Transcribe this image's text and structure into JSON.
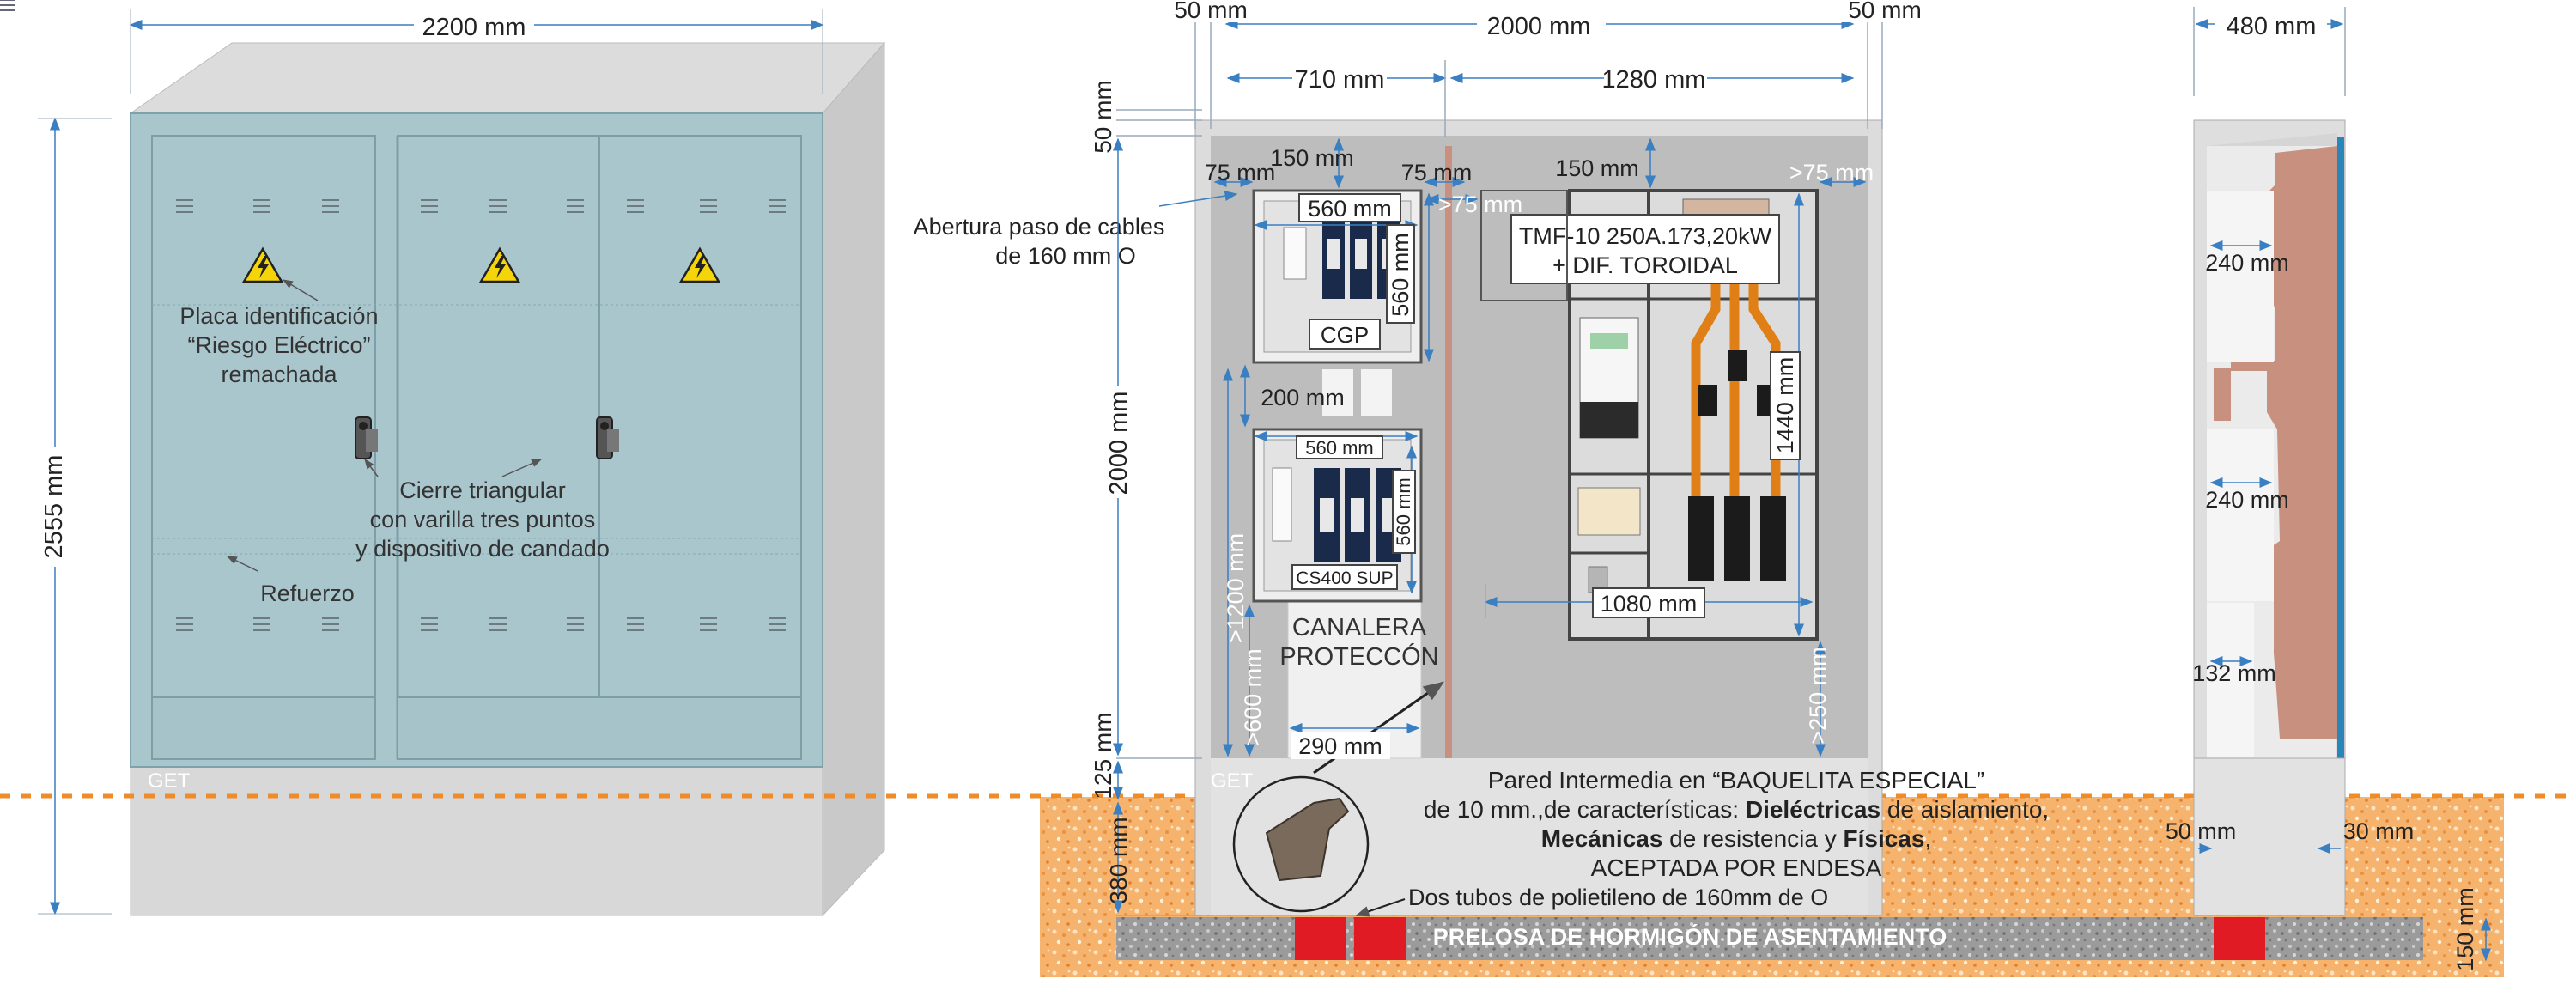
{
  "front": {
    "width_dim": "2200 mm",
    "height_dim": "2555 mm",
    "label_plate_1": "Placa identificación",
    "label_plate_2": "“Riesgo Eléctrico”",
    "label_plate_3": "remachada",
    "label_lock_1": "Cierre triangular",
    "label_lock_2": "con varilla tres puntos",
    "label_lock_3": "y dispositivo de candado",
    "label_reinf": "Refuerzo",
    "ground_label": "GET"
  },
  "interior": {
    "dim_50_left": "50 mm",
    "dim_2000_top": "2000 mm",
    "dim_50_right": "50 mm",
    "dim_710": "710 mm",
    "dim_1280": "1280 mm",
    "dim_50_vert": "50 mm",
    "dim_2000_vert": "2000 mm",
    "dim_125": "125 mm",
    "dim_380": "380 mm",
    "dim_75_a": "75 mm",
    "dim_150_a": "150 mm",
    "dim_75_b": "75 mm",
    "dim_150_b": "150 mm",
    "dim_gt75_top": ">75 mm",
    "dim_gt75_mid": ">75 mm",
    "dim_560_a": "560 mm",
    "dim_560_b": "560 mm",
    "dim_200": "200 mm",
    "dim_560_c": "560 mm",
    "dim_560_d": "560 mm",
    "dim_gt1200": ">1200 mm",
    "dim_gt600": ">600 mm",
    "dim_290": "290 mm",
    "dim_1440": "1440 mm",
    "dim_1080": "1080 mm",
    "dim_gt250": ">250 mm",
    "cable_opening_1": "Abertura paso de cables",
    "cable_opening_2": "de 160 mm O",
    "cgp_label": "CGP",
    "cs400_label": "CS400 SUP",
    "tmf_1": "TMF-10 250A.173,20kW",
    "tmf_2": "+ DIF. TOROIDAL",
    "canalera_1": "CANALERA",
    "canalera_2": "PROTECCÓN",
    "ground_label": "GET",
    "wall_1": "Pared Intermedia en “BAQUELITA ESPECIAL”",
    "wall_2a": "de 10 mm.,de características: ",
    "wall_2b": "Dieléctricas",
    "wall_2c": " de aislamiento,",
    "wall_3a": "Mecánicas",
    "wall_3b": " de resistencia y ",
    "wall_3c": "Físicas",
    "wall_3d": ",",
    "wall_4": "ACEPTADA POR ENDESA",
    "tubes": "Dos tubos de polietileno de 160mm de O",
    "slab": "PRELOSA DE HORMIGÓN DE ASENTAMIENTO"
  },
  "side": {
    "dim_480": "480 mm",
    "dim_240_a": "240 mm",
    "dim_240_b": "240 mm",
    "dim_132": "132 mm",
    "dim_50": "50 mm",
    "dim_30": "30 mm",
    "dim_150": "150 mm"
  },
  "colors": {
    "panel": "#a9c6cd",
    "cabinet_top": "#d6d6d6",
    "accent_blue": "#3a7fc1",
    "ground_orange": "#f0a050",
    "red_block": "#e01b23",
    "rust": "#c8907e"
  }
}
